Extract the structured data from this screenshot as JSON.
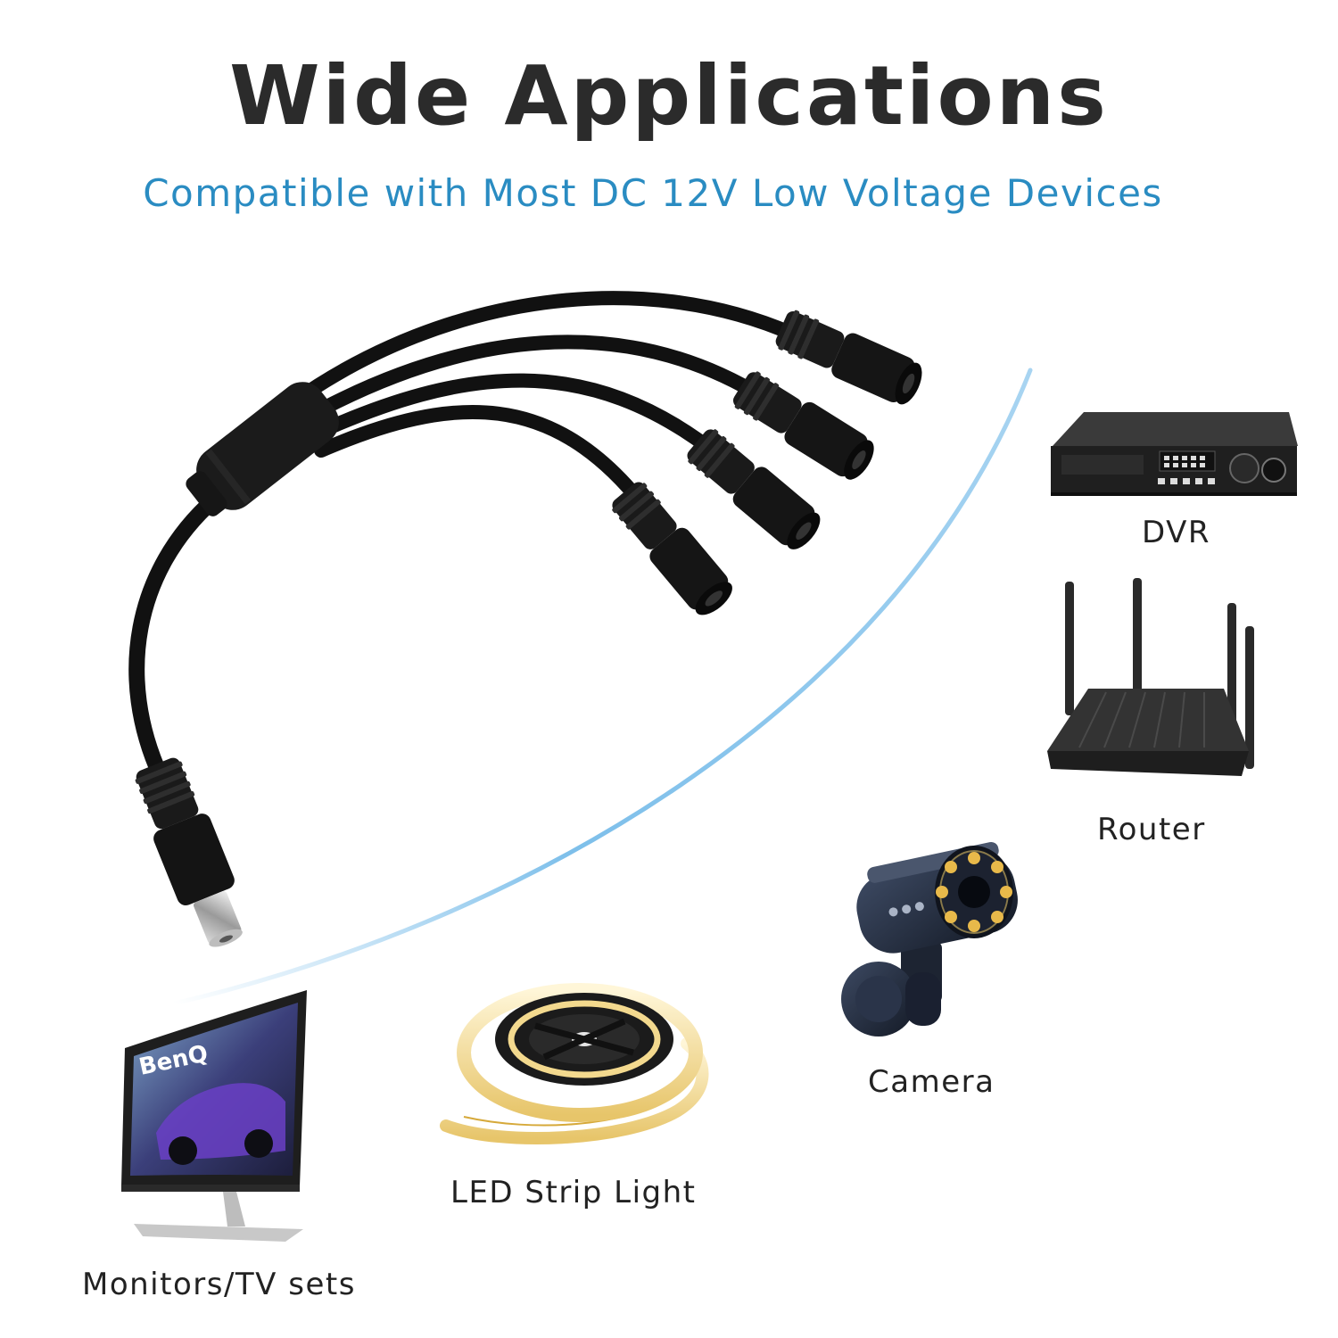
{
  "header": {
    "title": "Wide Applications",
    "subtitle": "Compatible with Most DC 12V Low Voltage Devices"
  },
  "devices": [
    {
      "label": "DVR",
      "icon": "dvr-icon"
    },
    {
      "label": "Router",
      "icon": "router-icon"
    },
    {
      "label": "Camera",
      "icon": "camera-icon"
    },
    {
      "label": "LED Strip Light",
      "icon": "led-strip-icon"
    },
    {
      "label": "Monitors/TV sets",
      "icon": "monitor-icon"
    }
  ],
  "cable": {
    "icon": "splitter-cable-icon"
  },
  "monitor_brand": "BenQ",
  "colors": {
    "title": "#2b2b2b",
    "subtitle": "#2a8cc2",
    "arc": "#6fb8e8",
    "cable": "#111111"
  }
}
